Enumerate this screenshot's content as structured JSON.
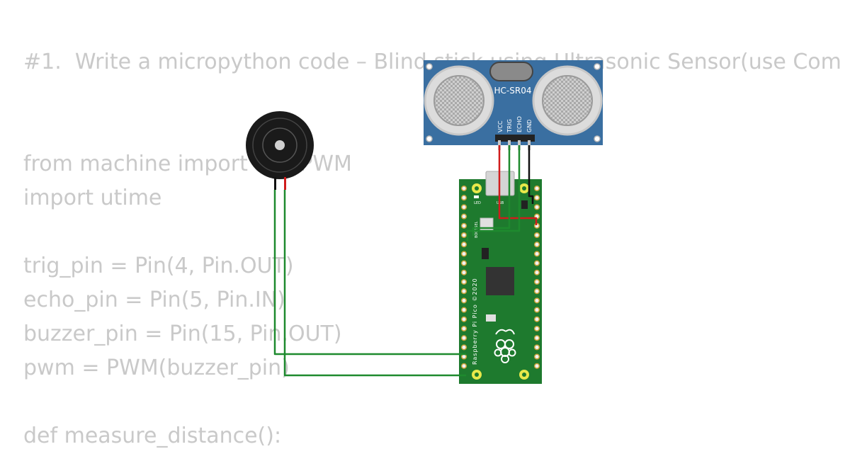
{
  "code": {
    "heading": "#1.  Write a micropython code – Blind stick using Ultrasonic Sensor(use Com",
    "lines": [
      "from machine import Pin, PWM",
      "import utime",
      "",
      "trig_pin = Pin(4, Pin.OUT)",
      "echo_pin = Pin(5, Pin.IN)",
      "buzzer_pin = Pin(15, Pin.OUT)",
      "pwm = PWM(buzzer_pin)",
      "",
      "def measure_distance():"
    ]
  },
  "sensor": {
    "model": "HC-SR04",
    "pins": [
      "VCC",
      "TRIG",
      "ECHO",
      "GND"
    ]
  },
  "pico": {
    "brand_label": "Raspberry Pi Pico ©2020",
    "led_label": "LED",
    "usb_label": "USB",
    "bootsel_label": "BOOTSEL"
  },
  "colors": {
    "pcb": "#1e7a2e",
    "sensor_board": "#3a6fa1",
    "wire_green": "#1e8a2e",
    "wire_red": "#d01c1c",
    "wire_black": "#111111",
    "code_text": "#c9c9c9"
  }
}
